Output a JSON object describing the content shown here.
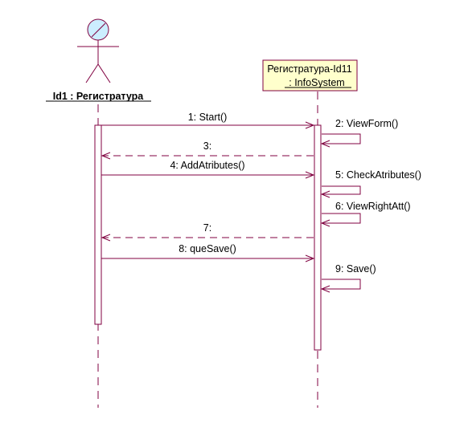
{
  "actor": {
    "label": "Id1 : Регистратура"
  },
  "object": {
    "line1": "Регистратура-Id11",
    "line2": ": InfoSystem",
    "fill_color": "#FFFFCC"
  },
  "colors": {
    "line": "#800040",
    "actor_head": "#CCEEFF"
  },
  "messages": [
    {
      "id": "m1",
      "label": "1: Start()",
      "kind": "call"
    },
    {
      "id": "m2",
      "label": "2: ViewForm()",
      "kind": "self"
    },
    {
      "id": "m3",
      "label": "3:",
      "kind": "return"
    },
    {
      "id": "m4",
      "label": "4: AddAtributes()",
      "kind": "call"
    },
    {
      "id": "m5",
      "label": "5: CheckAtributes()",
      "kind": "self"
    },
    {
      "id": "m6",
      "label": "6: ViewRightAtt()",
      "kind": "self"
    },
    {
      "id": "m7",
      "label": "7:",
      "kind": "return"
    },
    {
      "id": "m8",
      "label": "8: queSave()",
      "kind": "call"
    },
    {
      "id": "m9",
      "label": "9: Save()",
      "kind": "self"
    }
  ]
}
